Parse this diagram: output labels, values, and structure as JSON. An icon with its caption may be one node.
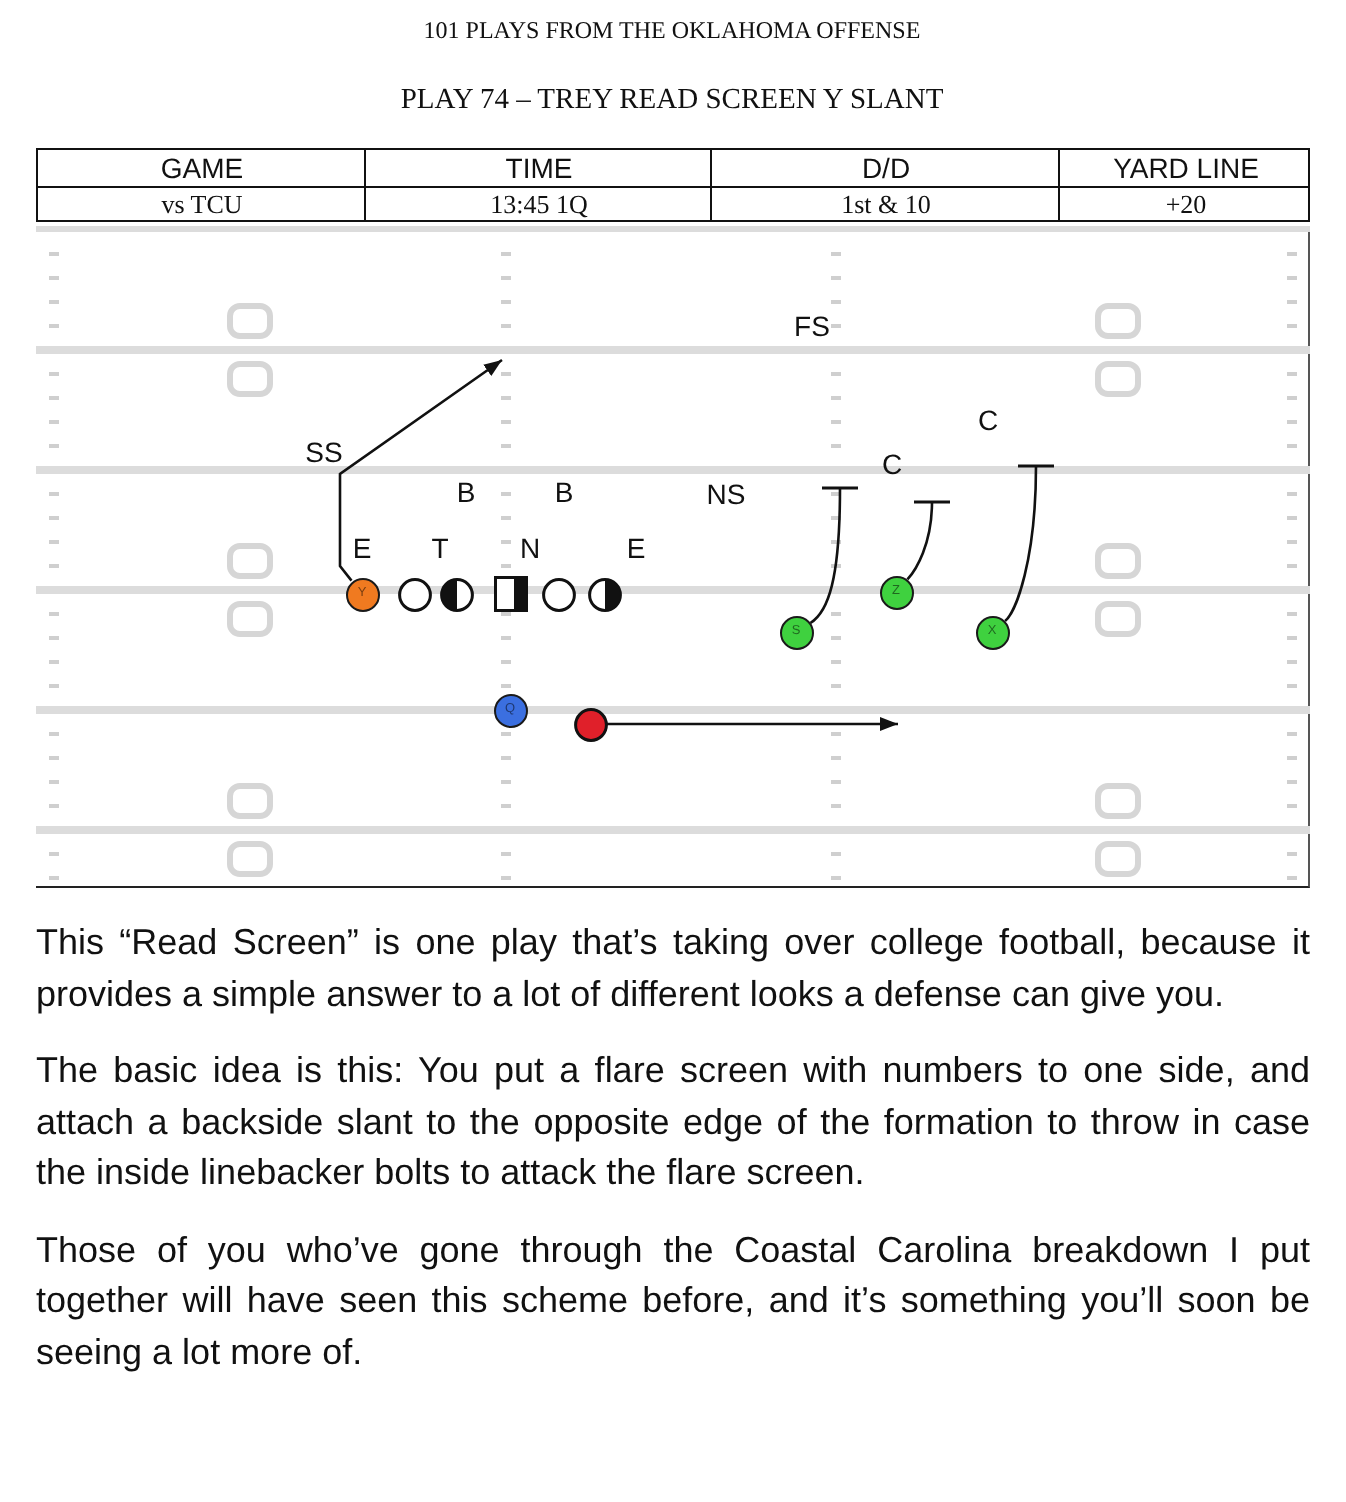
{
  "diagram": {
    "title": "PLAY 74 – TREY READ SCREEN Y SLANT",
    "nodes": [
      {
        "text": [
          "Y"
        ]
      },
      {
        "text": [],
        "shape": "circle"
      },
      {
        "text": [],
        "shape": "circle"
      },
      {
        "text": [],
        "shape": "box"
      },
      {
        "text": [],
        "shape": "circle"
      },
      {
        "text": [],
        "shape": "circle"
      },
      {
        "text": [
          "S"
        ]
      },
      {
        "text": [
          "Z"
        ]
      },
      {
        "text": [
          "X"
        ]
      },
      {
        "text": [
          "Q"
        ]
      },
      {
        "text": [],
        "shape": "circle"
      }
    ],
    "edges": [
      {
        "from": 0,
        "to": null,
        "arrow": "to"
      },
      {
        "from": 6,
        "to": null,
        "arrow": "other"
      },
      {
        "from": 7,
        "to": null,
        "arrow": "other"
      },
      {
        "from": 8,
        "to": null,
        "arrow": "other"
      },
      {
        "from": 10,
        "to": null,
        "arrow": "to"
      }
    ],
    "labels": [
      "101 PLAYS FROM THE OKLAHOMA OFFENSE",
      "GAME",
      "TIME",
      "D/D",
      "YARD LINE",
      "vs TCU",
      "13:45 1Q",
      "1st & 10",
      "+20",
      "FS",
      "C",
      "SS",
      "B",
      "B",
      "NS",
      "C",
      "E",
      "T",
      "N",
      "E",
      "This “Read Screen” is one play that’s taking over college football, because it provides a simple answer to a lot of different looks a defense can give you.",
      "The basic idea is this: You put a flare screen with numbers to one side, and attach a backside slant to the opposite edge of the formation to throw in case the inside linebacker bolts to attack the flare screen.",
      "Those of you who’ve gone through the Coastal Carolina breakdown I put together will have seen this scheme before, and it’s something you’ll soon be seeing a lot more of."
    ]
  }
}
